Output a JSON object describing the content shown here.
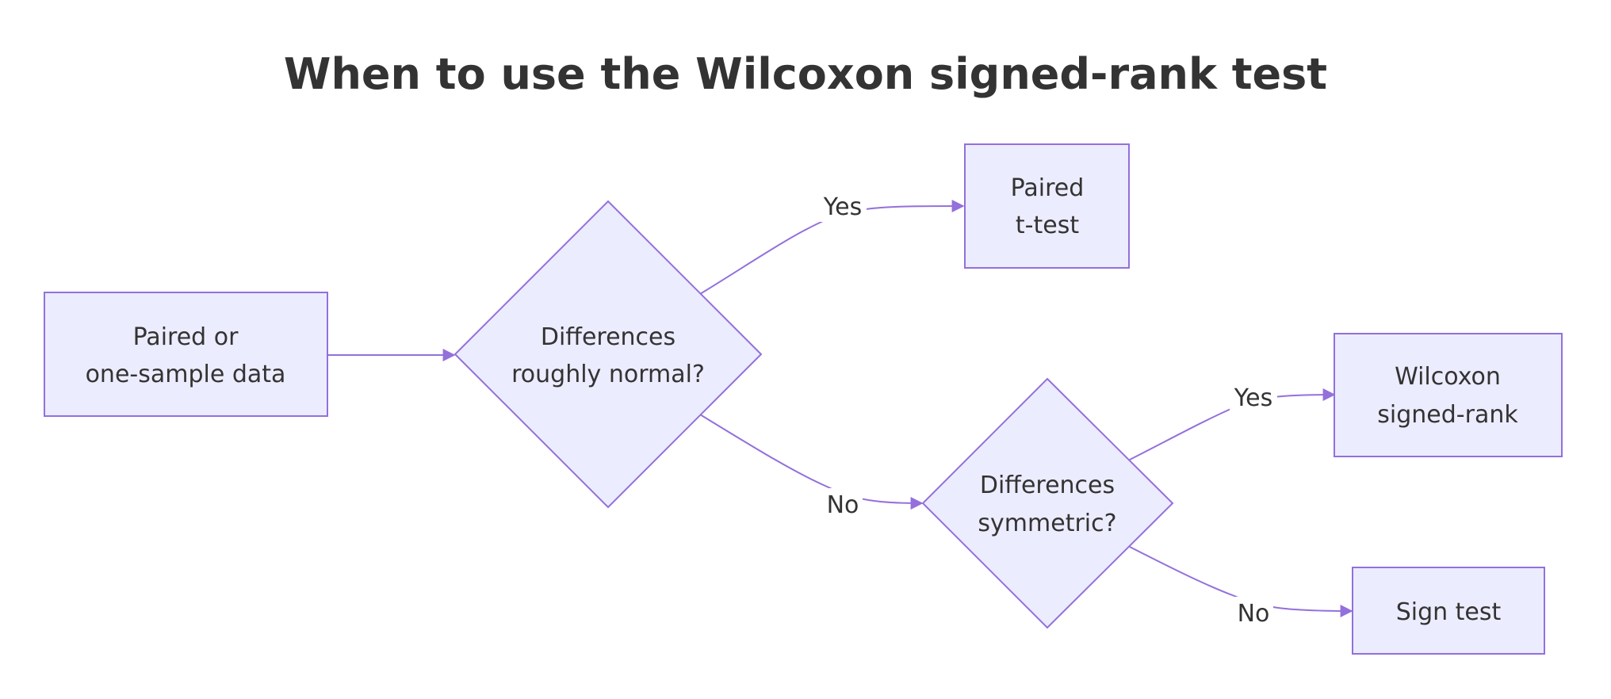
{
  "title": "When to use the Wilcoxon signed-rank test",
  "colors": {
    "node_fill": "#ECECFF",
    "node_stroke": "#9370DB",
    "edge": "#9370DB",
    "text": "#333333"
  },
  "nodes": {
    "start": {
      "line1": "Paired or",
      "line2": "one-sample data"
    },
    "decision_normal": {
      "line1": "Differences",
      "line2": "roughly normal?"
    },
    "paired_t": {
      "line1": "Paired",
      "line2": "t-test"
    },
    "decision_symmetric": {
      "line1": "Differences",
      "line2": "symmetric?"
    },
    "wilcoxon": {
      "line1": "Wilcoxon",
      "line2": "signed-rank"
    },
    "sign_test": {
      "line1": "Sign test"
    }
  },
  "edges": {
    "normal_yes": "Yes",
    "normal_no": "No",
    "symmetric_yes": "Yes",
    "symmetric_no": "No"
  }
}
